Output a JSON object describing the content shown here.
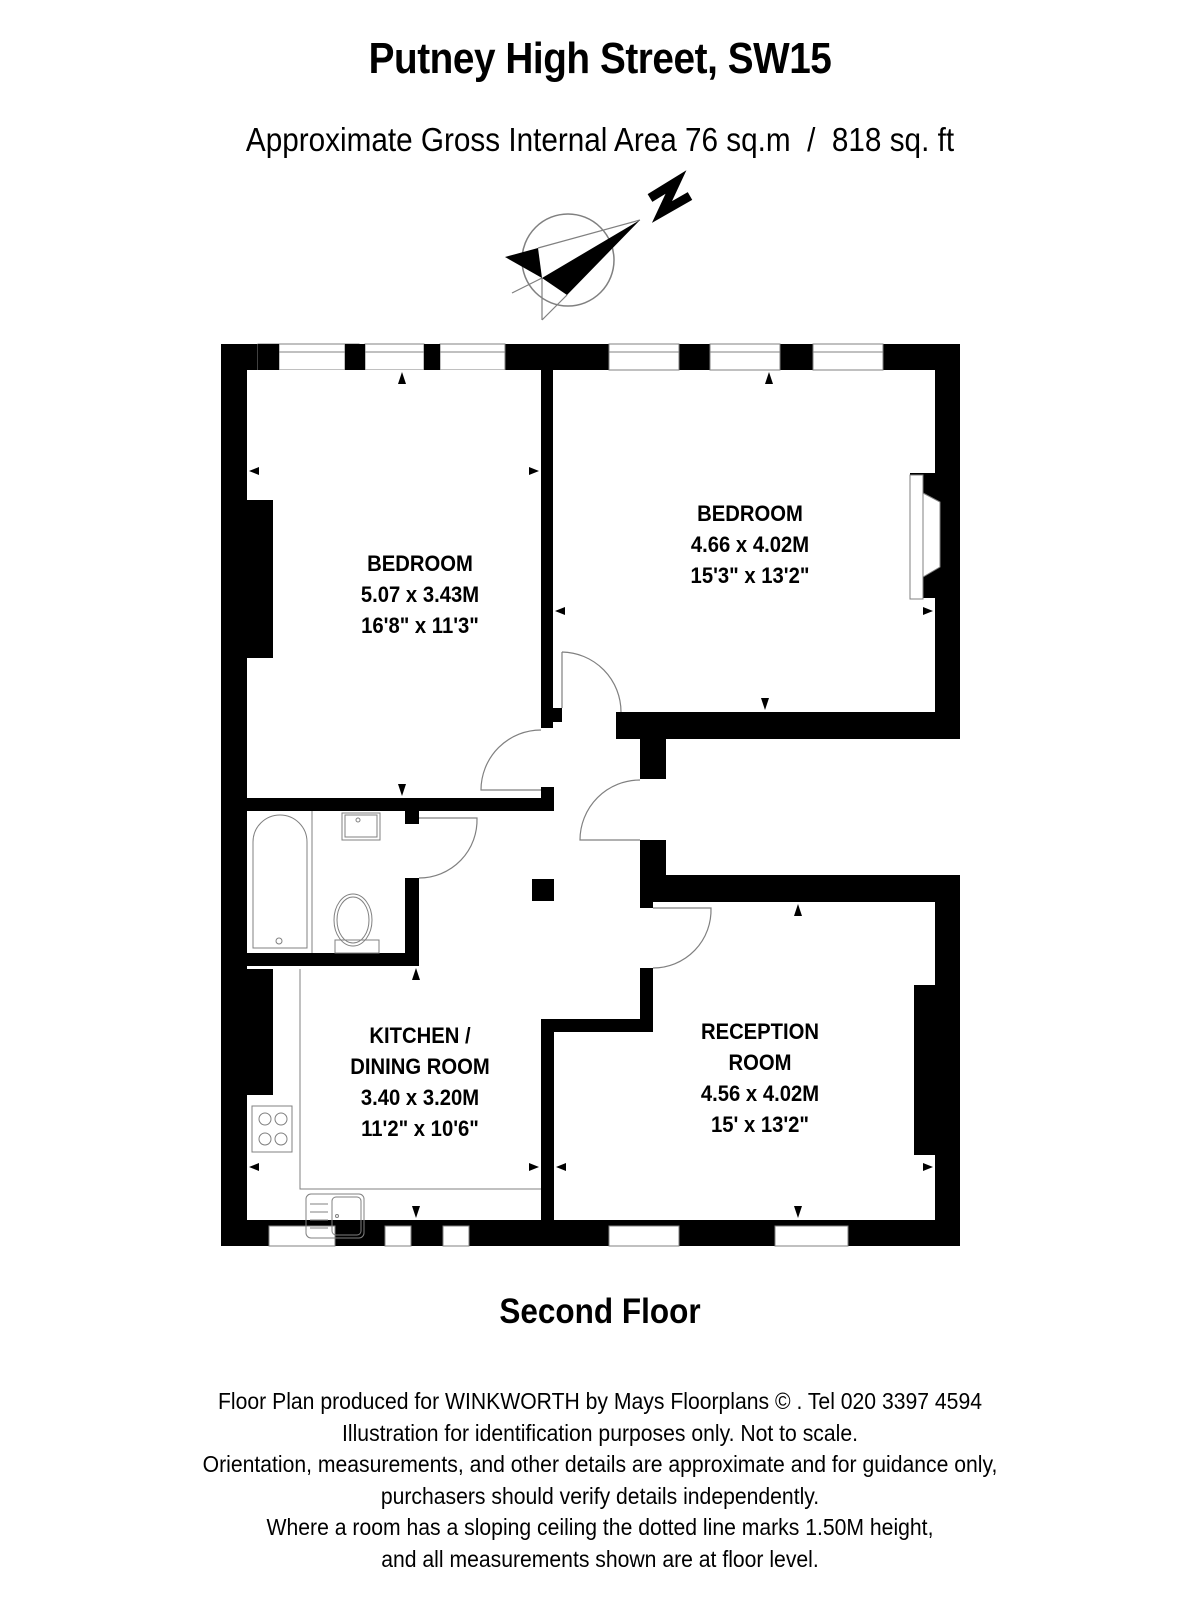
{
  "header": {
    "title": "Putney High Street, SW15",
    "area": "Approximate Gross Internal Area 76 sq.m  /  818 sq. ft"
  },
  "compass": {
    "label": "N",
    "icon": "north-arrow-icon"
  },
  "rooms": [
    {
      "name": "BEDROOM",
      "metric": "5.07 x 3.43M",
      "imperial": "16'8\" x 11'3\""
    },
    {
      "name": "BEDROOM",
      "metric": "4.66 x 4.02M",
      "imperial": "15'3\" x 13'2\""
    },
    {
      "name_line1": "KITCHEN /",
      "name_line2": "DINING ROOM",
      "metric": "3.40 x 3.20M",
      "imperial": "11'2\" x 10'6\""
    },
    {
      "name_line1": "RECEPTION",
      "name_line2": "ROOM",
      "metric": "4.56 x 4.02M",
      "imperial": "15' x 13'2\""
    }
  ],
  "floor": {
    "name": "Second Floor"
  },
  "footer": {
    "lines": [
      "Floor Plan produced for WINKWORTH by Mays Floorplans  © . Tel 020 3397 4594",
      "Illustration for identification purposes only. Not to scale.",
      "Orientation, measurements, and other details are approximate and for guidance only,",
      "purchasers should verify details independently.",
      "Where a room has a sloping ceiling the dotted line marks 1.50M height,",
      "and all measurements shown are at floor level."
    ]
  },
  "colors": {
    "wall": "#000000",
    "fixture_line": "#808080",
    "background": "#ffffff"
  }
}
